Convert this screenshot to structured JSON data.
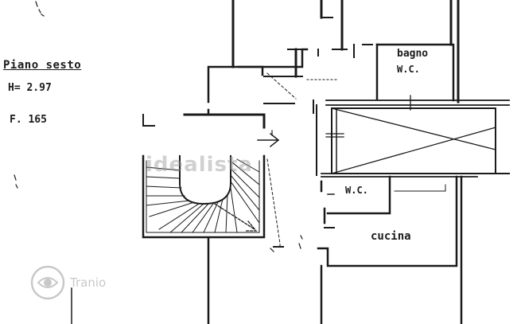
{
  "plan": {
    "title": "Piano sesto",
    "height": "H= 2.97",
    "floor_ref": "F. 165"
  },
  "rooms": {
    "bagno": "bagno",
    "bagno_wc": "W.C.",
    "wc": "W.C.",
    "cucina": "cucina"
  },
  "watermarks": {
    "idealista": "idealista",
    "tranio": "Tranio"
  },
  "colors": {
    "ink": "#1a1a1a",
    "paper": "#ffffff",
    "watermark": "#9a9a9a"
  }
}
